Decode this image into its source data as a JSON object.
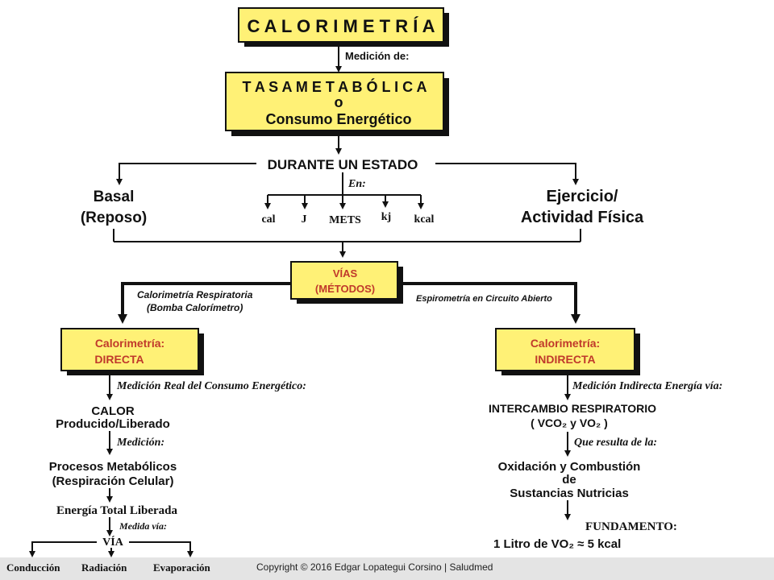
{
  "title": "C A L O R I M E T R Í A",
  "medicion_de": "Medición de:",
  "tasa": {
    "line1": "T A S A  M E T A B Ó L I C A",
    "line2": "o",
    "line3": "Consumo Energético"
  },
  "durante": "DURANTE UN ESTADO",
  "en": "En:",
  "units": [
    "cal",
    "J",
    "METS",
    "kj",
    "kcal"
  ],
  "basal": {
    "line1": "Basal",
    "line2": "(Reposo)"
  },
  "ejercicio": {
    "line1": "Ejercicio/",
    "line2": "Actividad Física"
  },
  "vias": {
    "line1": "VÍAS",
    "line2": "(MÉTODOS)"
  },
  "left_branch": {
    "label1": "Calorimetría Respiratoria",
    "label2": "(Bomba Calorímetro)",
    "box_line1": "Calorimetría:",
    "box_line2": "DIRECTA",
    "medicion_real": "Medición Real del Consumo Energético:",
    "calor1": "CALOR",
    "calor2": "Producido/Liberado",
    "medicion": "Medición:",
    "procesos1": "Procesos Metabólicos",
    "procesos2": "(Respiración Celular)",
    "energia": "Energía Total Liberada",
    "medida_via": "Medida vía:",
    "via": "VÍA",
    "outputs": [
      "Conducción",
      "Radiación",
      "Evaporación"
    ]
  },
  "right_branch": {
    "label": "Espirometría en Circuito Abierto",
    "box_line1": "Calorimetría:",
    "box_line2": "INDIRECTA",
    "medicion_indirecta": "Medición Indirecta Energía vía:",
    "intercambio": "INTERCAMBIO RESPIRATORIO",
    "gases": "( VCO₂  y  VO₂ )",
    "que_resulta": "Que resulta de la:",
    "oxidacion1": "Oxidación y Combustión",
    "oxidacion2": "de",
    "oxidacion3": "Sustancias Nutricias",
    "fundamento": "FUNDAMENTO:",
    "litro": "1 Litro de VO₂ ≈ 5 kcal"
  },
  "copyright": "Copyright © 2016 Edgar Lopategui Corsino | Saludmed"
}
